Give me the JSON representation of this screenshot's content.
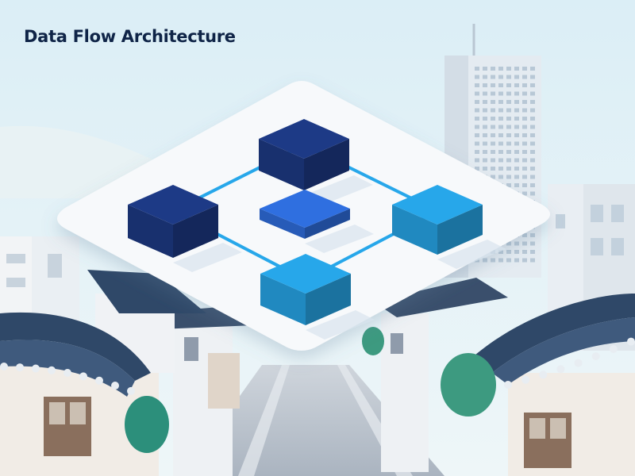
{
  "page": {
    "title": "Data Flow Architecture"
  },
  "diagram": {
    "nodes": [
      {
        "id": "top",
        "color": "navy"
      },
      {
        "id": "left",
        "color": "navy"
      },
      {
        "id": "center",
        "color": "royal-blue"
      },
      {
        "id": "right",
        "color": "sky-blue"
      },
      {
        "id": "bottom",
        "color": "sky-blue"
      }
    ],
    "edges": [
      {
        "from": "left",
        "to": "top"
      },
      {
        "from": "top",
        "to": "right"
      },
      {
        "from": "right",
        "to": "bottom"
      },
      {
        "from": "bottom",
        "to": "left"
      }
    ]
  },
  "colors": {
    "navy": "#1d3a86",
    "royal-blue": "#2f6fe0",
    "sky-blue": "#27a7ea",
    "connector": "#27a7ea",
    "platform": "#f7f9fb",
    "sky": "#dff0f7",
    "roof": "#2f4868",
    "title": "#0f2447"
  }
}
